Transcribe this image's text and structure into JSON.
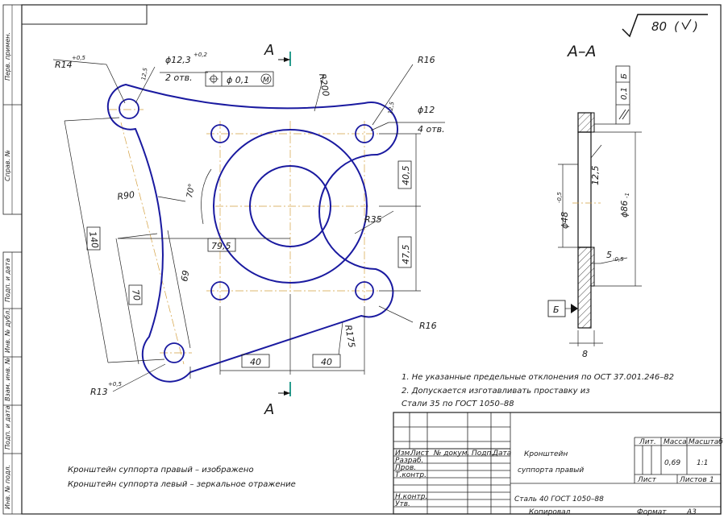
{
  "roughness": "80",
  "sections": {
    "cut_letter": "A",
    "section_title": "А–А"
  },
  "left_view": {
    "r14": "R14",
    "r14_tol": "+0,5",
    "hole_d": "ϕ12,3",
    "hole_d_tol": "+0,2",
    "hole_qty": "2 отв.",
    "position_tol": "ϕ 0,1",
    "rough_small": "12,5",
    "r200": "R200",
    "r16_top": "R16",
    "bolt_d": "ϕ12",
    "bolt_qty": "4 отв.",
    "dim_40_5": "40,5",
    "dim_47_5": "47,5",
    "r35": "R35",
    "r90": "R90",
    "angle_70": "70°",
    "dim_79_5": "79,5",
    "dim_140": "140",
    "dim_70": "70",
    "dim_69": "69",
    "r175": "R175",
    "r16_bottom": "R16",
    "dim_40_left": "40",
    "dim_40_right": "40",
    "r13": "R13",
    "r13_tol": "+0,5"
  },
  "section_view": {
    "parallel_tol": "0,1",
    "datum": "Б",
    "d48": "ϕ48",
    "d48_tol": "-0,5",
    "d86": "ϕ86",
    "d86_tol": "-1",
    "rough": "12,5",
    "dim_5": "5",
    "dim_5_tol": "-0,5",
    "dim_8": "8"
  },
  "notes": [
    "1. Не указанные предельные отклонения по ОСТ 37.001.246–82",
    "2. Допускается изготавливать проставку из",
    "Стали 35 по ГОСТ 1050–88"
  ],
  "bottom_notes": [
    "Кронштейн суппорта правый – изображено",
    "Кронштейн суппорта левый – зеркальное отражение"
  ],
  "side_stamps": [
    "Перв. примен.",
    "Справ. №",
    "Подп. и дата",
    "Инв. № дубл.",
    "Взам. инв. №",
    "Подп. и дата",
    "Инв. № подл."
  ],
  "title_block": {
    "title_line1": "Кронштейн",
    "title_line2": "суппорта правый",
    "material": "Сталь 40  ГОСТ 1050–88",
    "headers": {
      "izm": "Изм.",
      "list": "Лист",
      "doc": "№ докум.",
      "sign": "Подп.",
      "date": "Дата"
    },
    "rows": [
      "Разраб.",
      "Пров.",
      "Т.контр.",
      "Н.контр.",
      "Утв."
    ],
    "lit_label": "Лит.",
    "mass_label": "Масса",
    "scale_label": "Масштаб",
    "mass": "0,69",
    "scale": "1:1",
    "sheet_label": "Лист",
    "sheets_label": "Листов",
    "sheets": "1",
    "copied": "Копировал",
    "format_label": "Формат",
    "format": "А3"
  },
  "colors": {
    "contour": "#1a1aa0",
    "line": "#222222",
    "centerline": "#d4a040",
    "accent": "#2a9d8f"
  }
}
